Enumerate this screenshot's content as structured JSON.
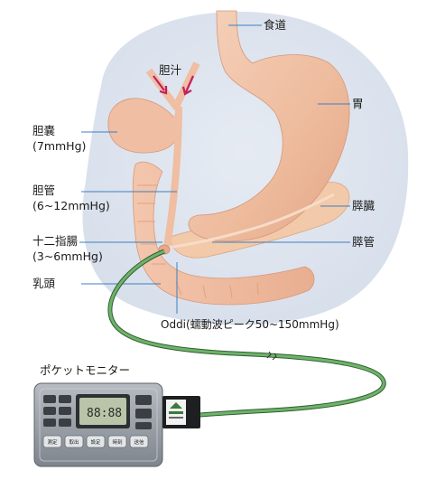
{
  "labels": {
    "esophagus": "食道",
    "bile": "胆汁",
    "stomach": "胃",
    "gallbladder": "胆嚢",
    "gallbladder_pressure": "(7mmHg)",
    "bile_duct": "胆管",
    "bile_duct_pressure": "(6~12mmHg)",
    "pancreas": "膵臓",
    "duodenum": "十二指腸",
    "duodenum_pressure": "(3~6mmHg)",
    "pancreatic_duct": "膵管",
    "papilla": "乳頭",
    "oddi": "Oddi(蠕動波ピーク50~150mmHg)",
    "pocket_monitor": "ポケットモニター"
  },
  "device": {
    "buttons": [
      "測定",
      "取出",
      "設定",
      "時刻",
      "送信"
    ]
  },
  "colors": {
    "organ_bg": "#dde3ee",
    "stomach": "#eebb9d",
    "pancreas": "#f2c9a9",
    "bile_arrow": "#c0215d",
    "leader_line": "#3d7fc0",
    "catheter": "#5a9a55",
    "device_body": "#8e949b"
  }
}
